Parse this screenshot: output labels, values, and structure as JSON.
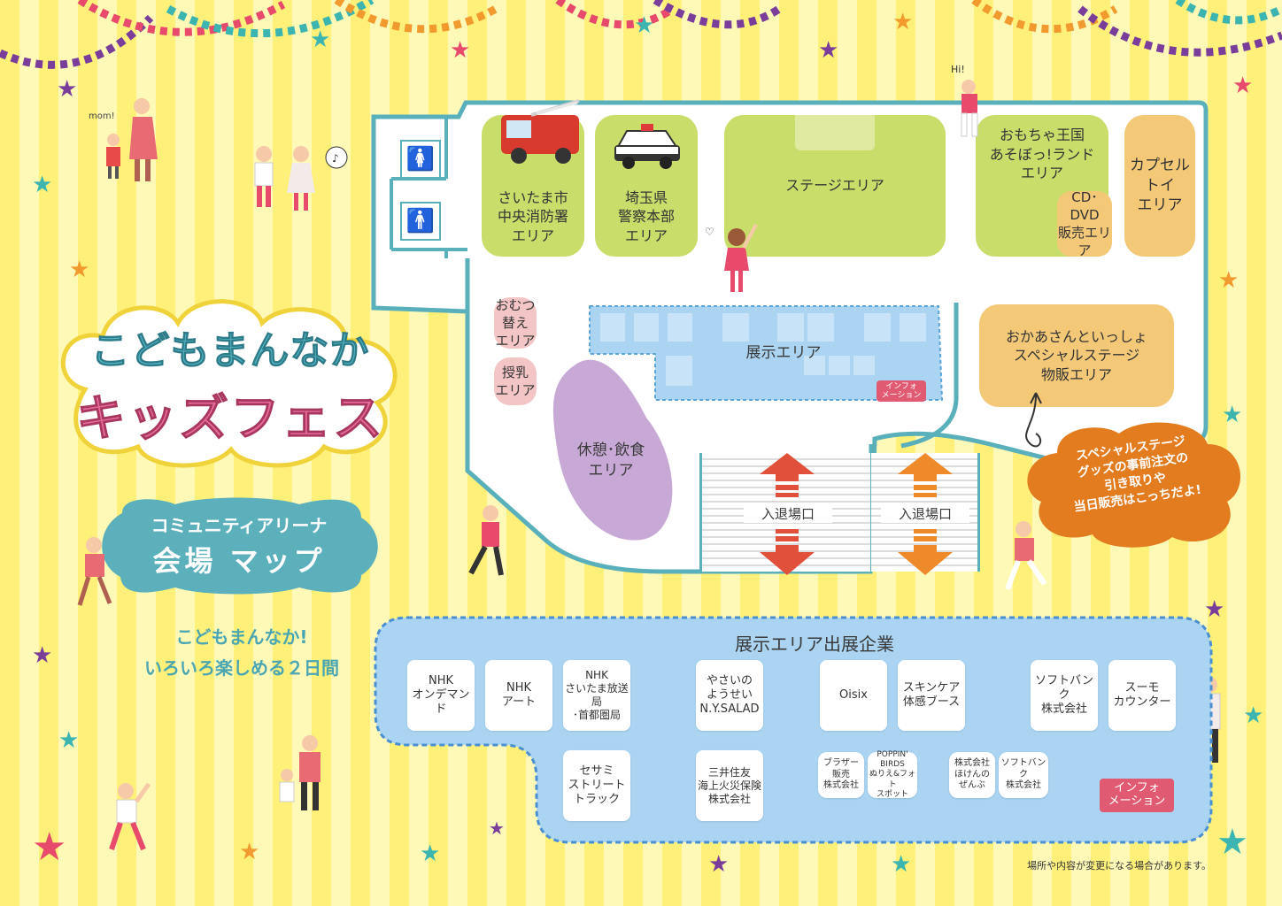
{
  "title": {
    "line1": "こどもまんなか",
    "line2": "キッズフェス"
  },
  "venue": {
    "line1": "コミュニティアリーナ",
    "line2": "会場 マップ"
  },
  "tagline": {
    "line1": "こどもまんなか!",
    "line2": "いろいろ楽しめる２日間"
  },
  "map": {
    "fire_dept": "さいたま市\n中央消防署\nエリア",
    "police": "埼玉県\n警察本部\nエリア",
    "stage": "ステージエリア",
    "toy_kingdom": "おもちゃ王国\nあそぼっ!ランド\nエリア",
    "capsule_toy": "カプセル\nトイ\nエリア",
    "cd_dvd": "CD･DVD\n販売エリア",
    "diaper": "おむつ替え\nエリア",
    "nursing": "授乳\nエリア",
    "exhibit": "展示エリア",
    "info_small": "インフォ\nメーション",
    "rest": "休憩･飲食\nエリア",
    "special_stage": "おかあさんといっしょ\nスペシャルステージ\n物販エリア",
    "entrance_left": "入退場口",
    "entrance_right": "入退場口",
    "special_bubble": "スペシャルステージ\nグッズの事前注文の\n引き取りや\n当日販売はこっちだよ!",
    "hi_text": "Hi!",
    "mom_text": "mom!"
  },
  "exhibitors": {
    "title": "展示エリア出展企業",
    "booths": [
      "NHK\nオンデマンド",
      "NHK\nアート",
      "NHK\nさいたま放送局\n･首都圏局",
      "やさいの\nようせい\nN.Y.SALAD",
      "Oisix",
      "スキンケア\n体感ブース",
      "ソフトバンク\n株式会社",
      "スーモ\nカウンター",
      "セサミ\nストリート\nトラック",
      "三井住友\n海上火災保険\n株式会社",
      "ブラザー\n販売\n株式会社",
      "POPPIN' BIRDS\nぬりえ&フォト\nスポット",
      "株式会社\nほけんの\nぜんぶ",
      "ソフトバンク\n株式会社"
    ],
    "info": "インフォ\nメーション"
  },
  "note": "場所や内容が変更になる場合があります。",
  "colors": {
    "green": "#c9dd6b",
    "orange": "#f3c978",
    "blue": "#aad4f2",
    "pink": "#f3c5c5",
    "purple": "#c8a9d6",
    "red_arrow": "#e0503a",
    "orange_arrow": "#ee8a2a",
    "teal": "#5bb0bb",
    "bubble": "#e27c1f"
  },
  "icons": {
    "female_restroom": "female-restroom-icon",
    "male_restroom": "male-restroom-icon"
  }
}
